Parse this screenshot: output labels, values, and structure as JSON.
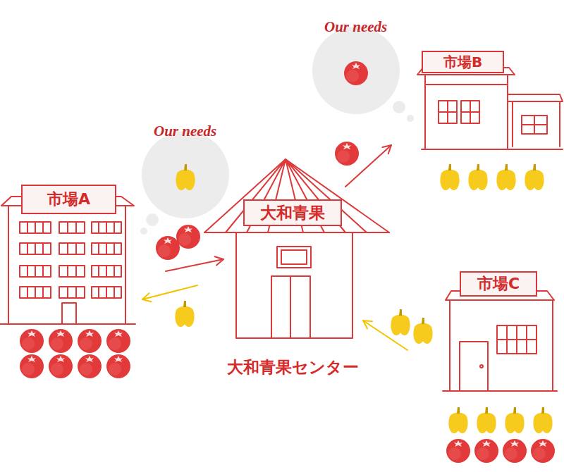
{
  "diagram": {
    "nodes": [
      {
        "text": [
          "Our needs"
        ]
      },
      {
        "text": [
          "市場B"
        ]
      },
      {
        "text": [
          "Our needs"
        ]
      },
      {
        "text": [
          "市場A"
        ]
      },
      {
        "text": [
          "大和青果",
          "大和青果センター"
        ]
      },
      {
        "text": [
          "市場C"
        ]
      }
    ],
    "edges": [
      {
        "from": 3,
        "to": 4,
        "arrow": "to"
      },
      {
        "from": 4,
        "to": 3,
        "arrow": "to"
      },
      {
        "from": 4,
        "to": 1,
        "arrow": "to"
      },
      {
        "from": 5,
        "to": 4,
        "arrow": "to"
      }
    ]
  }
}
